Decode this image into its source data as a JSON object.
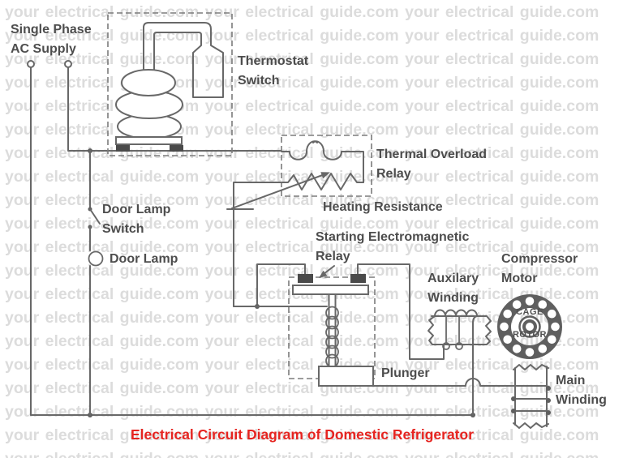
{
  "watermark": {
    "text": "your electrical guide.com"
  },
  "title": {
    "text": "Electrical Circuit Diagram of Domestic Refrigerator"
  },
  "labels": {
    "supply": "Single Phase\nAC Supply",
    "thermostat_switch": "Thermostat\nSwitch",
    "thermal_overload_relay": "Thermal Overload\nRelay",
    "heating_resistance": "Heating Resistance",
    "door_lamp_switch": "Door Lamp\nSwitch",
    "door_lamp": "Door Lamp",
    "starting_relay": "Starting Electromagnetic\nRelay",
    "plunger": "Plunger",
    "auxiliary_winding": "Auxilary\nWinding",
    "compressor_motor": "Compressor\nMotor",
    "main_winding": "Main\nWinding",
    "rotor_label_top": "CAGE",
    "rotor_label_bottom": "ROTOR"
  },
  "colors": {
    "title_red": "#e62420",
    "label_gray": "#4d4d4d",
    "wire_gray": "#686868",
    "watermark_gray": "#dcdcdc",
    "contact_dark": "#4a4a4a",
    "rotor_ring": "#5f5f5f",
    "background": "#ffffff"
  }
}
